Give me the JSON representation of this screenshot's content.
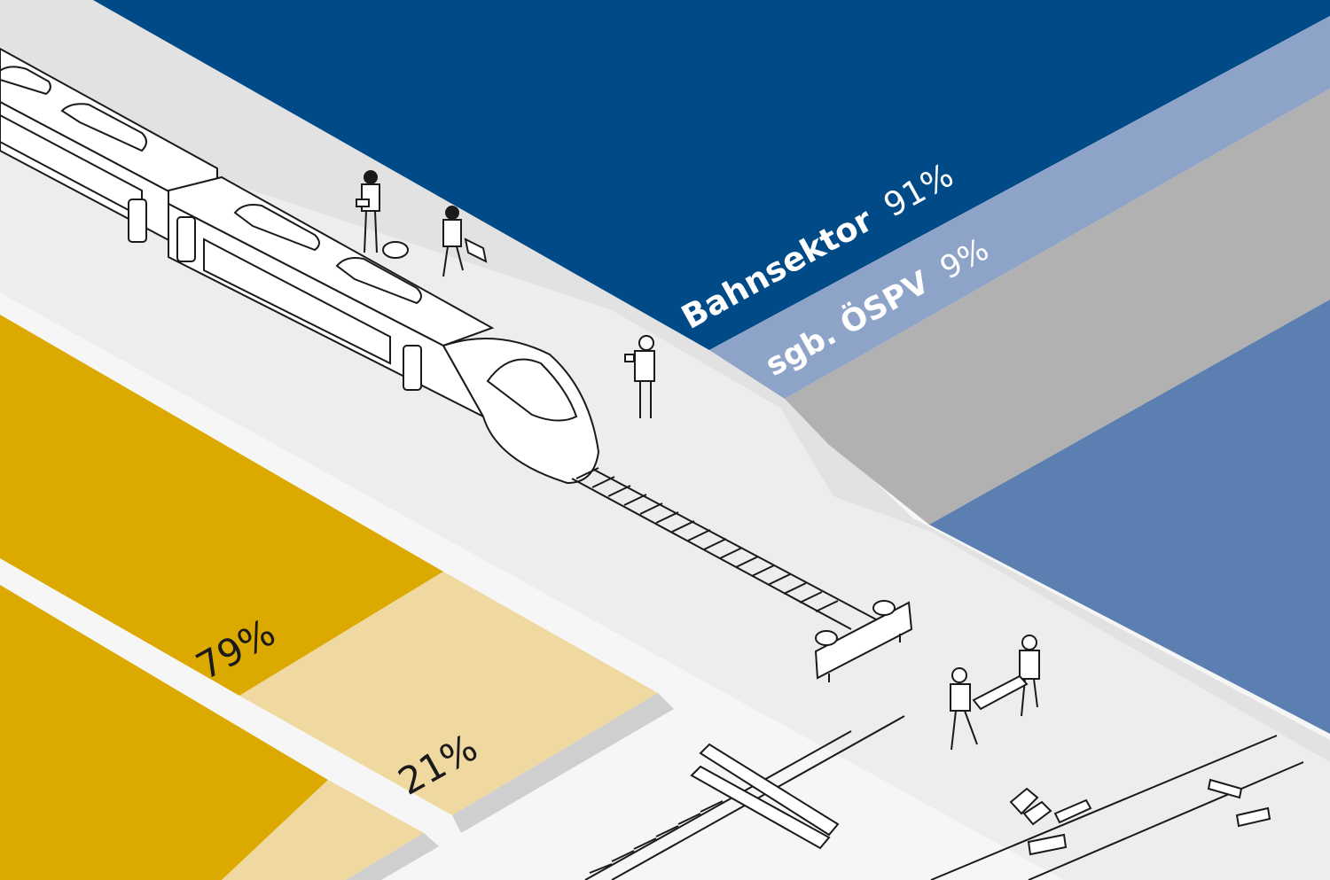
{
  "colors": {
    "bahnsektor": "#004b87",
    "oespv": "#8ea3c8",
    "grey_block": "#b1b1b1",
    "blue_block": "#5a7fb0",
    "gold": "#dca900",
    "gold_light": "#f0d9a0",
    "platform": "#e2e2e2",
    "outline": "#1a1a1a"
  },
  "labels": {
    "bahnsektor": {
      "name": "Bahnsektor",
      "value": "91%"
    },
    "oespv": {
      "name": "sgb. ÖSPV",
      "value": "9%"
    },
    "gold_dark": {
      "value": "79%"
    },
    "gold_light": {
      "value": "21%"
    }
  },
  "illustration": [
    "train-icon",
    "track-icon",
    "buffer-stop-icon",
    "passenger-icon",
    "worker-icon",
    "wooden-sleeper-icon"
  ]
}
